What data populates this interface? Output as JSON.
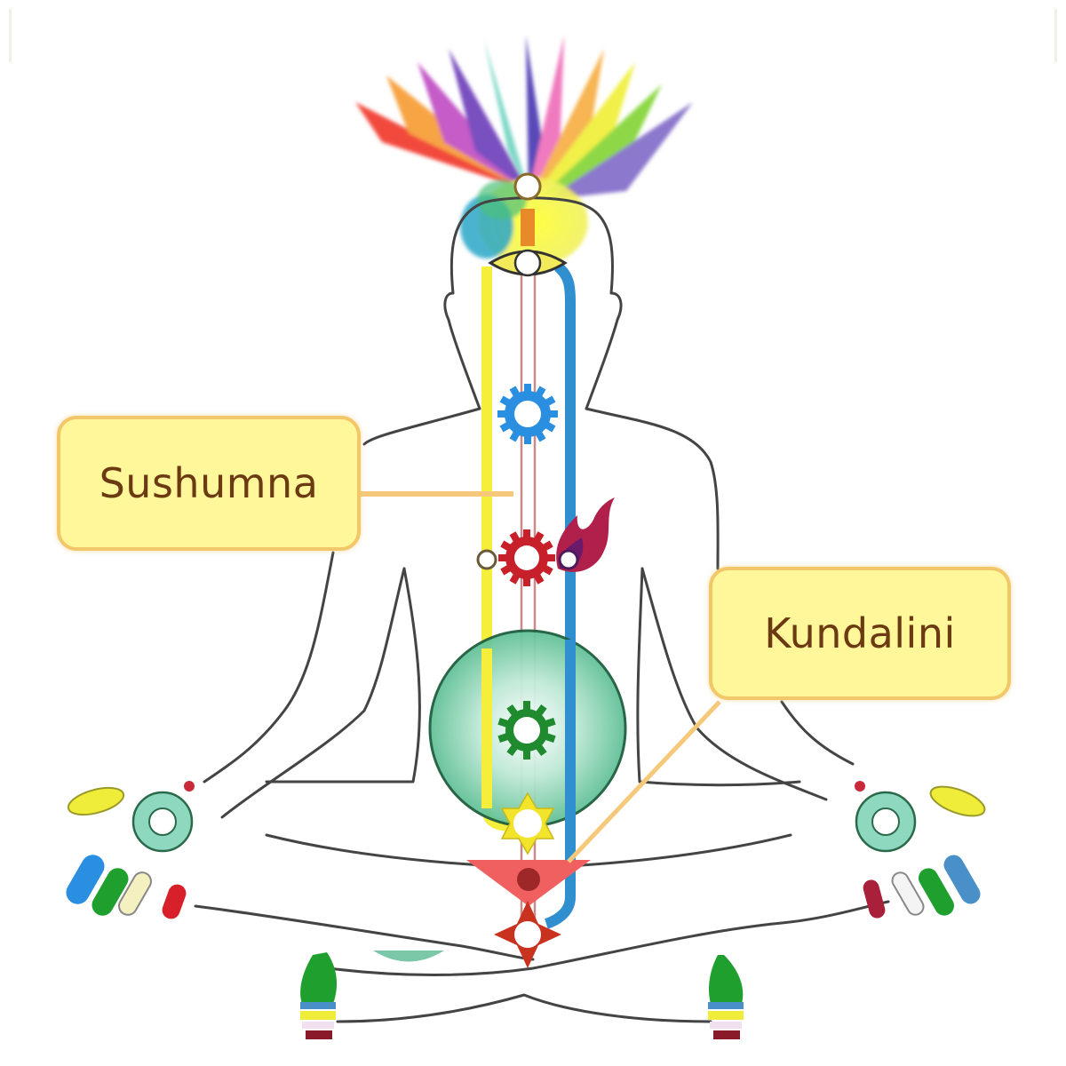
{
  "diagram": {
    "subject": "Seated meditation figure showing chakras and energy channels",
    "labels": {
      "sushumna": "Sushumna",
      "kundalini": "Kundalini"
    },
    "channels": [
      {
        "name": "ida",
        "color": "#f5ee3a",
        "side": "left"
      },
      {
        "name": "sushumna",
        "color": "#e8a0a0",
        "side": "center"
      },
      {
        "name": "pingala",
        "color": "#2f8fcf",
        "side": "right"
      }
    ],
    "chakras": [
      {
        "name": "crown",
        "color": "rainbow",
        "shape": "thousand-petal-lotus"
      },
      {
        "name": "third-eye",
        "color": "#e8d000",
        "shape": "eye"
      },
      {
        "name": "throat",
        "color": "#2a8fe0",
        "shape": "gear"
      },
      {
        "name": "heart-solar",
        "color": "#c8202a",
        "shape": "gear"
      },
      {
        "name": "flame",
        "color": "#8a1b5a",
        "shape": "flame"
      },
      {
        "name": "heart-sphere",
        "color": "#5cc6a0",
        "shape": "sphere"
      },
      {
        "name": "navel",
        "color": "#1f8a2e",
        "shape": "gear"
      },
      {
        "name": "sacral",
        "color": "#f2e42a",
        "shape": "star"
      },
      {
        "name": "kundalini-triangle",
        "color": "#f05a5a",
        "shape": "inverted-triangle"
      },
      {
        "name": "root",
        "color": "#c8321e",
        "shape": "four-point-star"
      }
    ],
    "colors": {
      "callout_fill": "#fff79a",
      "callout_border": "#f2c76a",
      "label_text": "#6b3a12",
      "outline": "#444444",
      "leader_line": "#f6c97a"
    }
  }
}
